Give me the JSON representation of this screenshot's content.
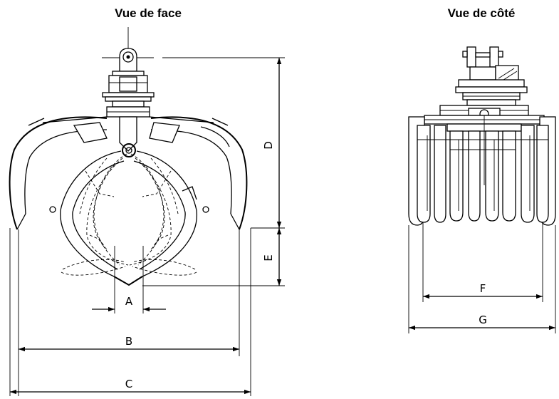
{
  "titles": {
    "front": "Vue de face",
    "side": "Vue de côté"
  },
  "dimensions": {
    "A": "A",
    "B": "B",
    "C": "C",
    "D": "D",
    "E": "E",
    "F": "F",
    "G": "G"
  }
}
